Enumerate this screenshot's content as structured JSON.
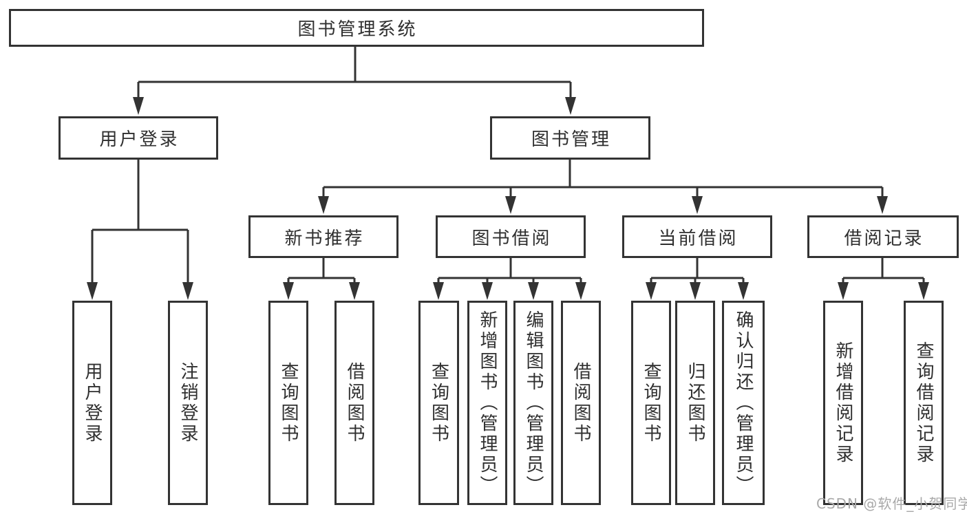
{
  "tree": {
    "root": "图书管理系统",
    "branches": [
      {
        "label": "用户登录",
        "leaves": [
          "用户登录",
          "注销登录"
        ]
      },
      {
        "label": "图书管理",
        "groups": [
          {
            "label": "新书推荐",
            "leaves": [
              "查询图书",
              "借阅图书"
            ]
          },
          {
            "label": "图书借阅",
            "leaves": [
              "查询图书",
              "新增图书（管理员）",
              "编辑图书（管理员）",
              "借阅图书"
            ]
          },
          {
            "label": "当前借阅",
            "leaves": [
              "查询图书",
              "归还图书",
              "确认归还（管理员）"
            ]
          },
          {
            "label": "借阅记录",
            "leaves": [
              "新增借阅记录",
              "查询借阅记录"
            ]
          }
        ]
      }
    ]
  },
  "watermark": {
    "text": "CSDN @软件_小贺同学"
  },
  "colors": {
    "line": "#333333",
    "text": "#2f2f2f",
    "bg": "#ffffff",
    "watermark": "#a9a9a9"
  }
}
